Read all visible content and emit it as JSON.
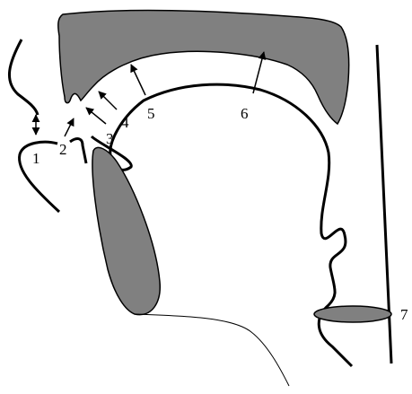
{
  "diagram": {
    "colors": {
      "fill": "#808080",
      "stroke": "#000000",
      "background": "#ffffff"
    },
    "labels": {
      "l1": "1",
      "l2": "2",
      "l3": "3",
      "l4": "4",
      "l5": "5",
      "l6": "6",
      "l7": "7"
    }
  }
}
